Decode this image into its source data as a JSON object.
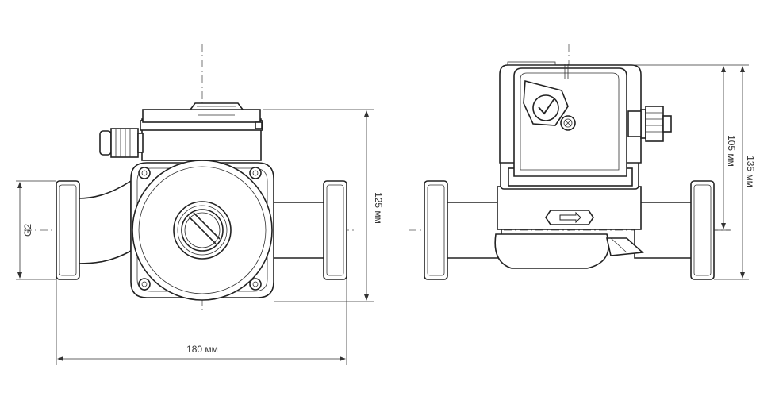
{
  "dimensions": {
    "width_label": "180 мм",
    "height_front_label": "125 мм",
    "height_105_label": "105 мм",
    "height_135_label": "135 мм",
    "thread_label": "G2"
  }
}
